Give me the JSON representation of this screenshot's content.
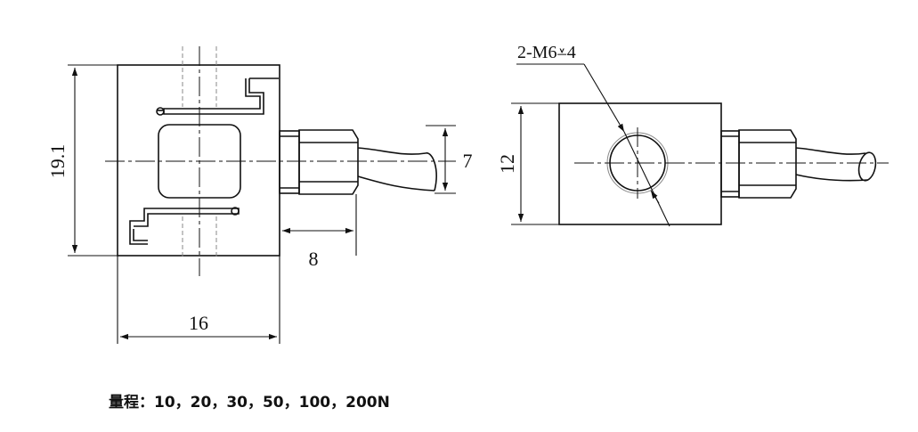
{
  "dimensions": {
    "front_height": "19.1",
    "front_width": "16",
    "connector_length": "8",
    "cable_diameter": "7",
    "side_height": "12"
  },
  "callout": {
    "thread": "2-M6",
    "depth_symbol": "⩡",
    "depth": "4"
  },
  "caption": {
    "label": "量程：",
    "values": "10，20，30，50，100，200N"
  }
}
